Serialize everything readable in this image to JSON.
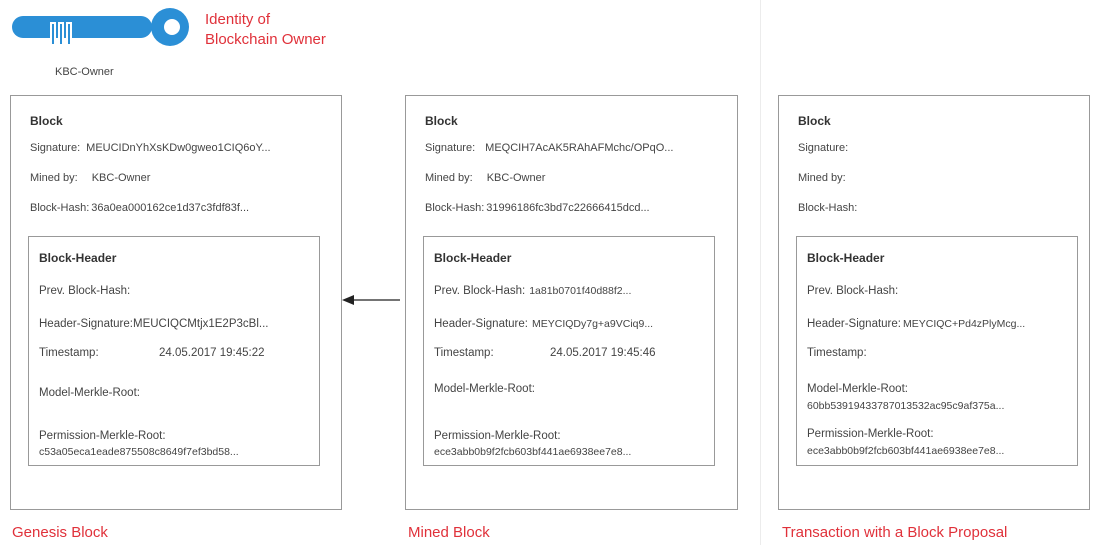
{
  "owner": {
    "label": "KBC-Owner",
    "identity_line1": "Identity of",
    "identity_line2": "Blockchain Owner"
  },
  "colors": {
    "accent_red": "#e0313a",
    "key_blue": "#2b8fd6",
    "border": "#999999"
  },
  "blocks": [
    {
      "caption": "Genesis Block",
      "title": "Block",
      "signature_label": "Signature:",
      "signature_value": "MEUCIDnYhXsKDw0gweo1CIQ6oY...",
      "mined_label": "Mined by:",
      "mined_value": "KBC-Owner",
      "hash_label": "Block-Hash:",
      "hash_value": "36a0ea000162ce1d37c3fdf83f...",
      "header": {
        "title": "Block-Header",
        "prev_label": "Prev. Block-Hash:",
        "prev_value": "",
        "sig_label": "Header-Signature:",
        "sig_value": "MEUCIQCMtjx1E2P3cBl...",
        "ts_label": "Timestamp:",
        "ts_value": "24.05.2017 19:45:22",
        "model_label": "Model-Merkle-Root:",
        "model_value": "",
        "perm_label": "Permission-Merkle-Root:",
        "perm_value": "c53a05eca1eade875508c8649f7ef3bd58..."
      }
    },
    {
      "caption": "Mined Block",
      "title": "Block",
      "signature_label": "Signature:",
      "signature_value": "MEQCIH7AcAK5RAhAFMchc/OPqO...",
      "mined_label": "Mined by:",
      "mined_value": "KBC-Owner",
      "hash_label": "Block-Hash:",
      "hash_value": "31996186fc3bd7c22666415dcd...",
      "header": {
        "title": "Block-Header",
        "prev_label": "Prev. Block-Hash:",
        "prev_value": "1a81b0701f40d88f2...",
        "sig_label": "Header-Signature:",
        "sig_value": "MEYCIQDy7g+a9VCiq9...",
        "ts_label": "Timestamp:",
        "ts_value": "24.05.2017 19:45:46",
        "model_label": "Model-Merkle-Root:",
        "model_value": "",
        "perm_label": "Permission-Merkle-Root:",
        "perm_value": "ece3abb0b9f2fcb603bf441ae6938ee7e8..."
      }
    },
    {
      "caption": "Transaction with a Block Proposal",
      "title": "Block",
      "signature_label": "Signature:",
      "signature_value": "",
      "mined_label": "Mined by:",
      "mined_value": "",
      "hash_label": "Block-Hash:",
      "hash_value": "",
      "header": {
        "title": "Block-Header",
        "prev_label": "Prev. Block-Hash:",
        "prev_value": "",
        "sig_label": "Header-Signature:",
        "sig_value": "MEYCIQC+Pd4zPlyMcg...",
        "ts_label": "Timestamp:",
        "ts_value": "",
        "model_label": "Model-Merkle-Root:",
        "model_value": "60bb53919433787013532ac95c9af375a...",
        "perm_label": "Permission-Merkle-Root:",
        "perm_value": "ece3abb0b9f2fcb603bf441ae6938ee7e8..."
      }
    }
  ]
}
